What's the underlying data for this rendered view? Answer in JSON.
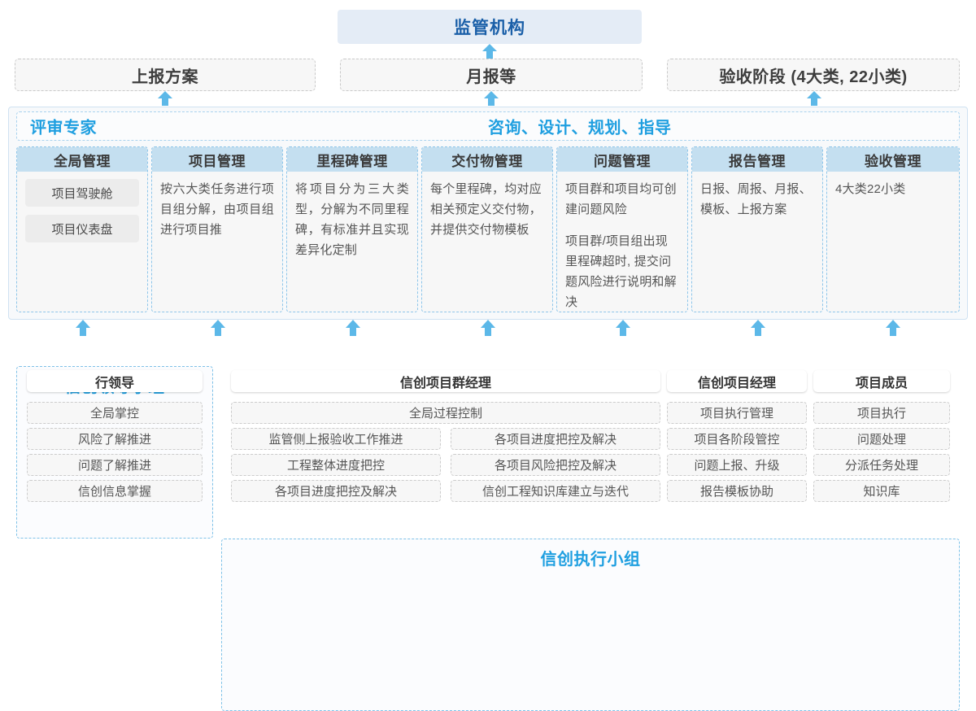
{
  "top": {
    "authority": "监管机构",
    "deliverables": [
      {
        "label": "上报方案"
      },
      {
        "label": "月报等"
      },
      {
        "label": "验收阶段 (4大类, 22小类)"
      }
    ]
  },
  "middle": {
    "left_label": "评审专家",
    "center_label": "咨询、设计、规划、指导",
    "columns": [
      {
        "title": "全局管理",
        "pills": [
          "项目驾驶舱",
          "项目仪表盘"
        ],
        "paragraphs": []
      },
      {
        "title": "项目管理",
        "pills": [],
        "paragraphs": [
          "按六大类任务进行项目组分解，由项目组进行项目推"
        ]
      },
      {
        "title": "里程碑管理",
        "pills": [],
        "paragraphs": [
          "将项目分为三大类型，分解为不同里程碑，有标准并且实现差异化定制"
        ]
      },
      {
        "title": "交付物管理",
        "pills": [],
        "paragraphs": [
          "每个里程碑，均对应相关预定义交付物，并提供交付物模板"
        ]
      },
      {
        "title": "问题管理",
        "pills": [],
        "paragraphs": [
          "项目群和项目均可创建问题风险",
          "项目群/项目组出现里程碑超时, 提交问题风险进行说明和解决"
        ]
      },
      {
        "title": "报告管理",
        "pills": [],
        "paragraphs": [
          "日报、周报、月报、模板、上报方案"
        ]
      },
      {
        "title": "验收管理",
        "pills": [],
        "paragraphs": [
          "4大类22小类"
        ]
      }
    ]
  },
  "bottom": {
    "leader_group": {
      "title": "信创领导小组",
      "role": "行领导",
      "tasks": [
        "全局掌控",
        "风险了解推进",
        "问题了解推进",
        "信创信息掌握"
      ]
    },
    "exec_group": {
      "title": "信创执行小组",
      "program_manager": {
        "role": "信创项目群经理",
        "wide_task": "全局过程控制",
        "task_rows": [
          [
            "监管侧上报验收工作推进",
            "各项目进度把控及解决"
          ],
          [
            "工程整体进度把控",
            "各项目风险把控及解决"
          ],
          [
            "各项目进度把控及解决",
            "信创工程知识库建立与迭代"
          ]
        ]
      },
      "project_manager": {
        "role": "信创项目经理",
        "tasks": [
          "项目执行管理",
          "项目各阶段管控",
          "问题上报、升级",
          "报告模板协助"
        ]
      },
      "member": {
        "role": "项目成员",
        "tasks": [
          "项目执行",
          "问题处理",
          "分派任务处理",
          "知识库"
        ]
      }
    }
  },
  "icons": {
    "arrow_up": "arrow-up-icon"
  },
  "colors": {
    "accent_blue": "#1f9fe0",
    "authority_text": "#1a5fa8",
    "authority_bg": "#e4ecf6",
    "column_head_bg": "#c4dff0",
    "arrow_fill": "#5cb8e8"
  }
}
